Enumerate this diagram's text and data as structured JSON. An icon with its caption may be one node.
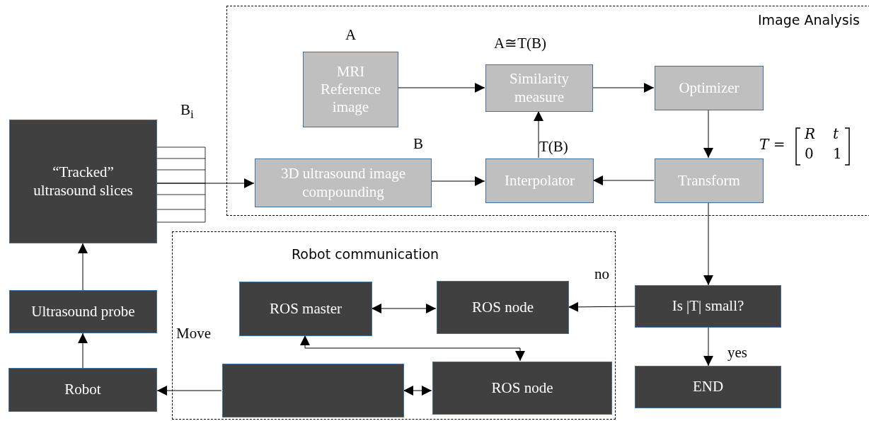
{
  "diagram": {
    "nodes": [
      {
        "text": [
          "Image Analysis"
        ]
      },
      {
        "text": [
          "MRI Reference image"
        ],
        "in": 0,
        "beside": [
          "A"
        ]
      },
      {
        "text": [
          "Similarity measure"
        ],
        "in": 0,
        "beside": [
          "A≅T(B)"
        ]
      },
      {
        "text": [
          "Optimizer"
        ],
        "in": 0
      },
      {
        "text": [
          "3D ultrasound image compounding"
        ],
        "in": 0,
        "beside": [
          "B"
        ]
      },
      {
        "text": [
          "Interpolator"
        ],
        "in": 0,
        "beside": [
          "T(B)"
        ]
      },
      {
        "text": [
          "Transform"
        ],
        "in": 0
      },
      {
        "text": [
          "“Tracked” ultrasound slices"
        ],
        "beside": [
          "B$_{i}$"
        ]
      },
      {
        "text": [
          "Ultrasound probe"
        ]
      },
      {
        "text": [
          "Robot"
        ]
      },
      {
        "text": [
          "Robot communication"
        ]
      },
      {
        "text": [
          "ROS master"
        ],
        "in": 10
      },
      {
        "text": [
          "ROS node"
        ],
        "in": 10
      },
      {
        "text": [],
        "shape": "box",
        "in": 10
      },
      {
        "text": [
          "ROS node"
        ],
        "in": 10
      },
      {
        "text": [
          "Is |T| small?"
        ]
      },
      {
        "text": [
          "END"
        ]
      }
    ],
    "edges": [
      {
        "from": 1,
        "to": 2,
        "arrow": "to"
      },
      {
        "from": 2,
        "to": 3,
        "arrow": "to"
      },
      {
        "from": 3,
        "to": 6,
        "arrow": "to"
      },
      {
        "from": 6,
        "to": 5,
        "arrow": "to"
      },
      {
        "from": 5,
        "to": 2,
        "arrow": "to"
      },
      {
        "from": 4,
        "to": 5,
        "arrow": "to"
      },
      {
        "from": 7,
        "to": 4,
        "arrow": "to"
      },
      {
        "from": 9,
        "to": 8,
        "arrow": "to"
      },
      {
        "from": 8,
        "to": 7,
        "arrow": "to"
      },
      {
        "from": 6,
        "to": 15,
        "arrow": "to"
      },
      {
        "from": 15,
        "to": 12,
        "arrow": "to",
        "label": "no"
      },
      {
        "from": 15,
        "to": 16,
        "arrow": "to",
        "label": "yes"
      },
      {
        "from": 11,
        "to": 12,
        "arrow": "both"
      },
      {
        "from": 11,
        "to": 14,
        "arrow": "both"
      },
      {
        "from": 13,
        "to": 14,
        "arrow": "both"
      },
      {
        "from": 13,
        "to": 9,
        "arrow": "to",
        "label": "Move"
      }
    ],
    "labels": [
      "T =",
      "R",
      "t",
      "0",
      "1"
    ]
  }
}
